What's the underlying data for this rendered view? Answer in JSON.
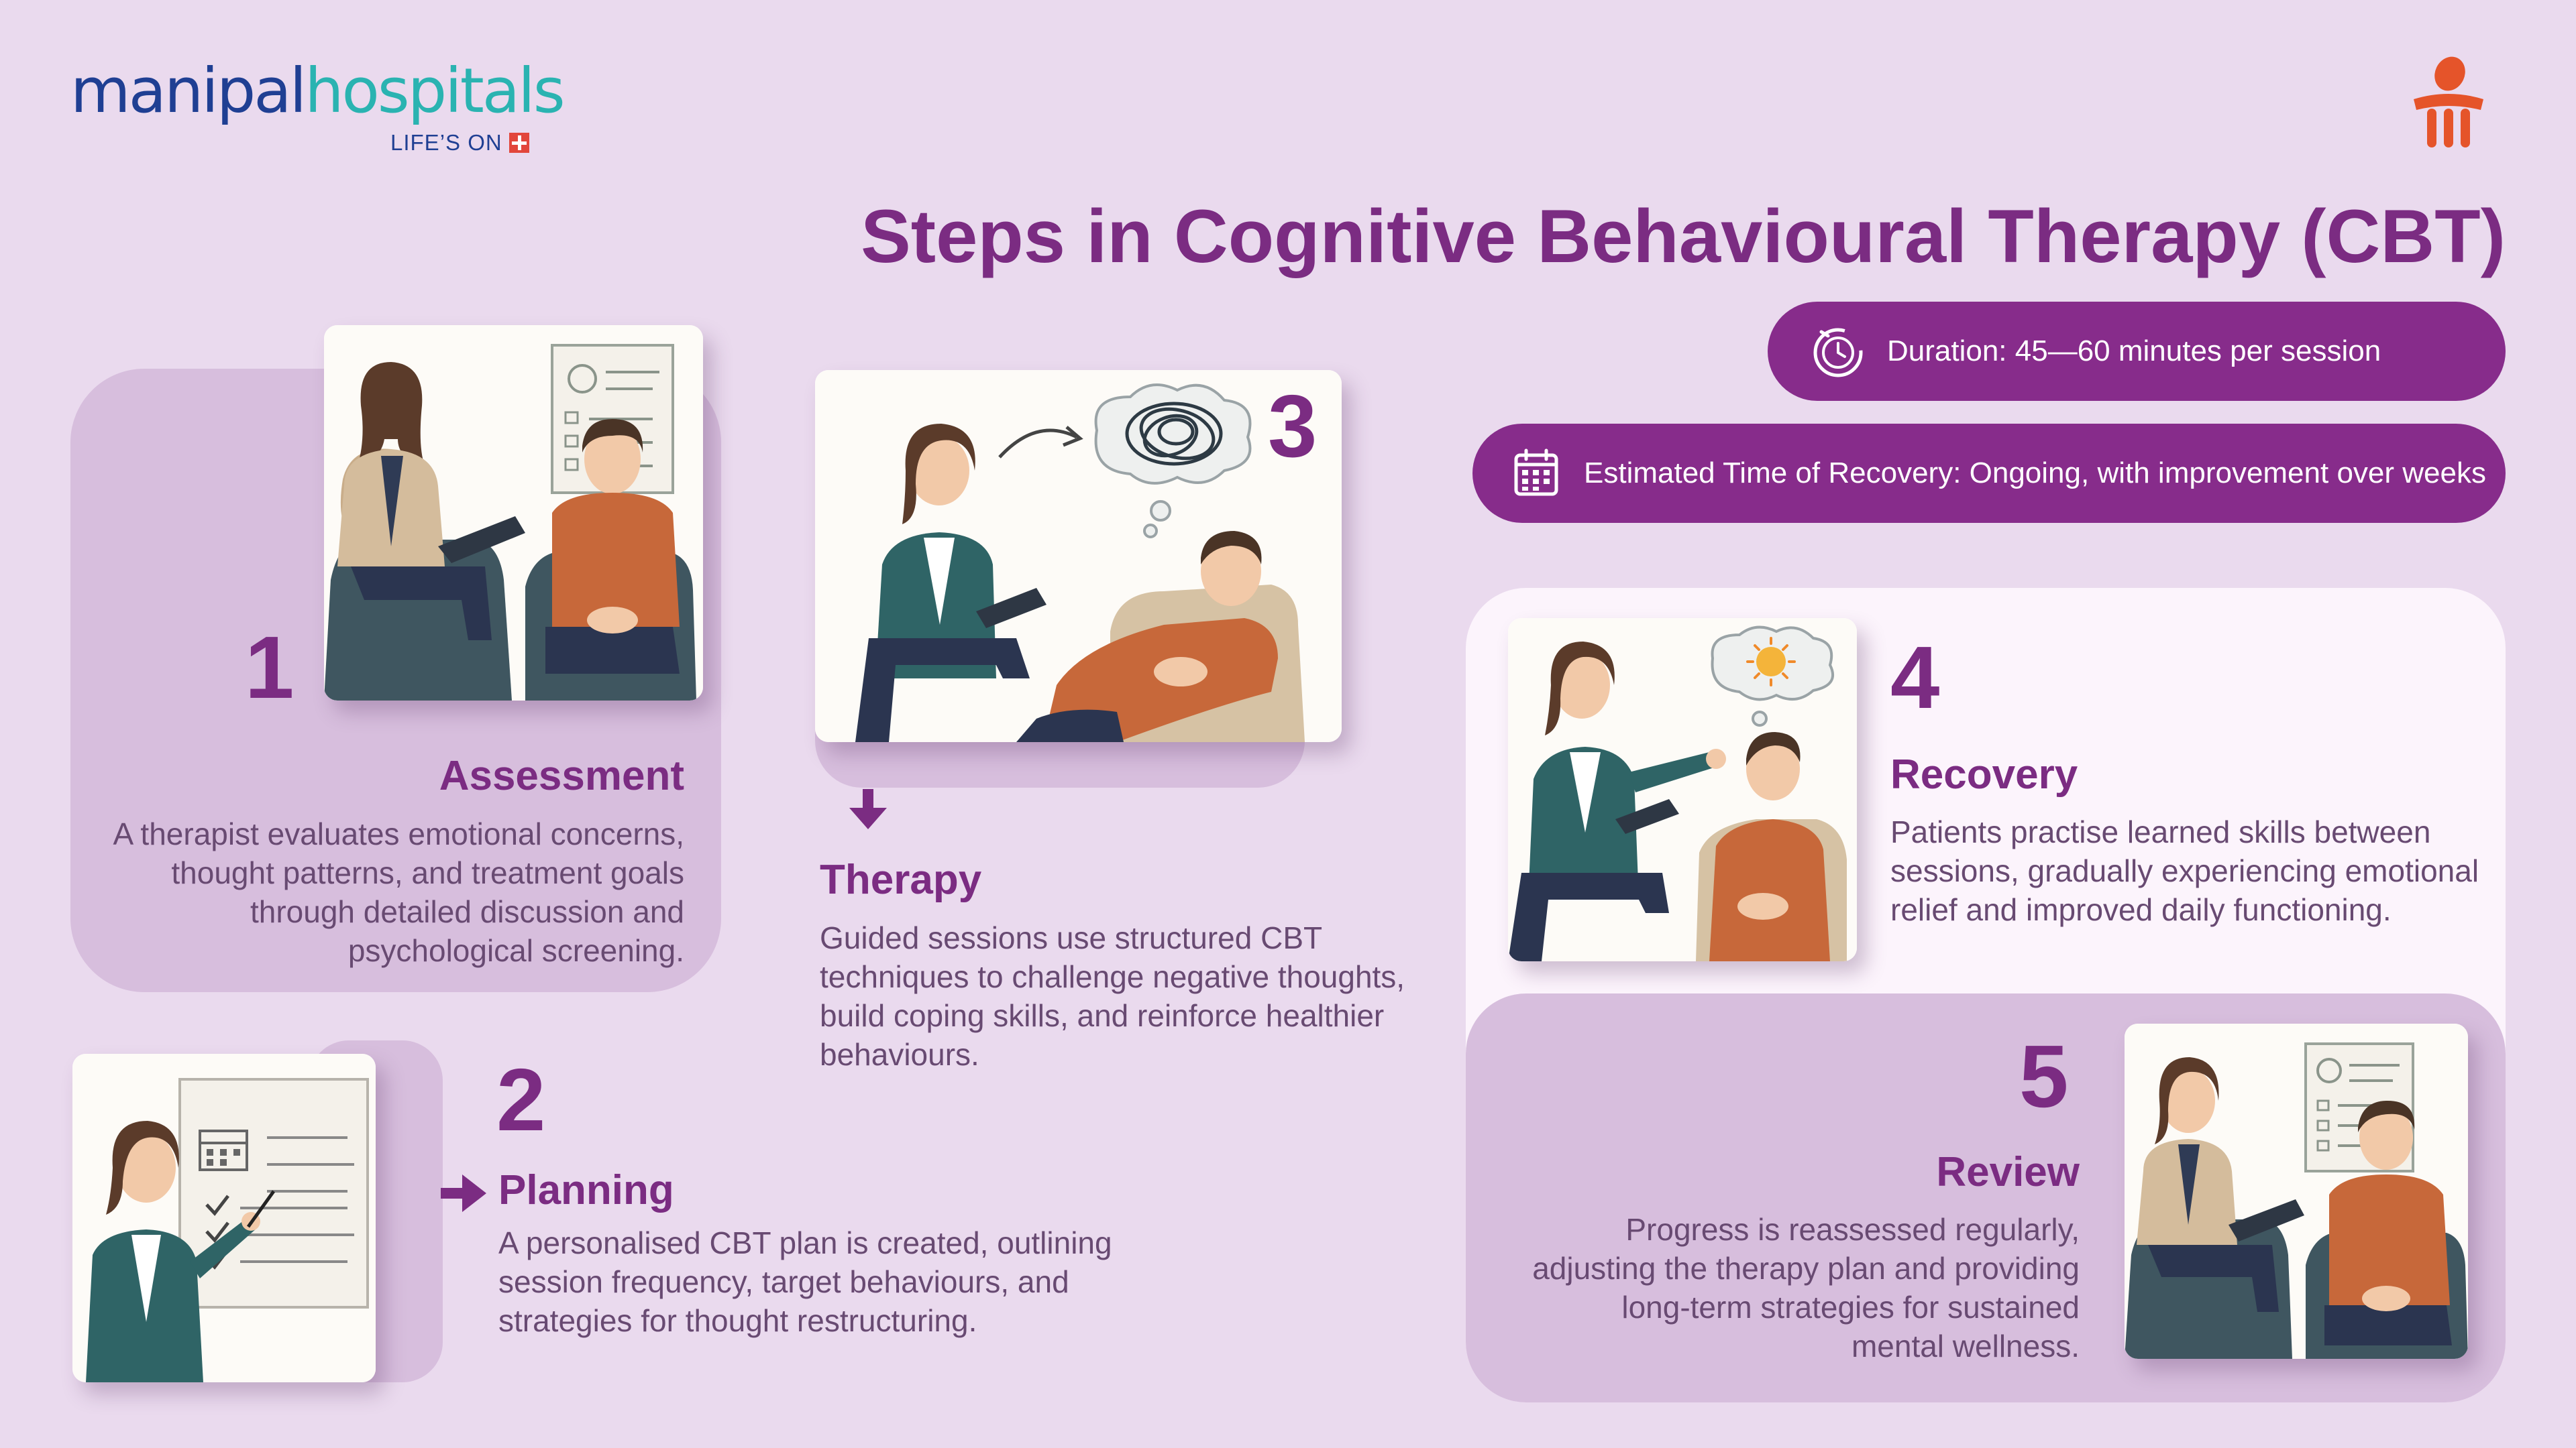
{
  "brand": {
    "name_part1": "manipal",
    "name_part2": "hospitals",
    "tagline": "LIFE’S ON",
    "colors": {
      "navy": "#1f3f93",
      "teal": "#2ab3b1",
      "red": "#e2463b",
      "orange": "#e5542a"
    }
  },
  "title": "Steps in Cognitive Behavioural Therapy (CBT)",
  "info": {
    "duration": {
      "icon": "timer-icon",
      "text": "Duration: 45—60 minutes per session"
    },
    "recovery": {
      "icon": "calendar-icon",
      "text": "Estimated Time of Recovery: Ongoing, with improvement over weeks"
    }
  },
  "colors": {
    "accent": "#7b2c82",
    "pill": "#872c8b",
    "panel": "#d7bedd",
    "background": "#eadaee"
  },
  "steps": [
    {
      "number": "1",
      "title": "Assessment",
      "body": "A therapist evaluates emotional concerns, thought patterns, and treatment goals through detailed discussion and psychological screening."
    },
    {
      "number": "2",
      "title": "Planning",
      "body": "A personalised CBT plan is created, outlining session frequency, target behaviours, and strategies for thought restructuring."
    },
    {
      "number": "3",
      "title": "Therapy",
      "body": "Guided sessions use structured CBT techniques to challenge negative thoughts, build coping skills, and reinforce healthier behaviours."
    },
    {
      "number": "4",
      "title": "Recovery",
      "body": "Patients practise learned skills between sessions, gradually experiencing emotional relief and improved daily functioning."
    },
    {
      "number": "5",
      "title": "Review",
      "body": "Progress is reassessed regularly, adjusting the therapy plan and providing long-term strategies for sustained mental wellness."
    }
  ]
}
